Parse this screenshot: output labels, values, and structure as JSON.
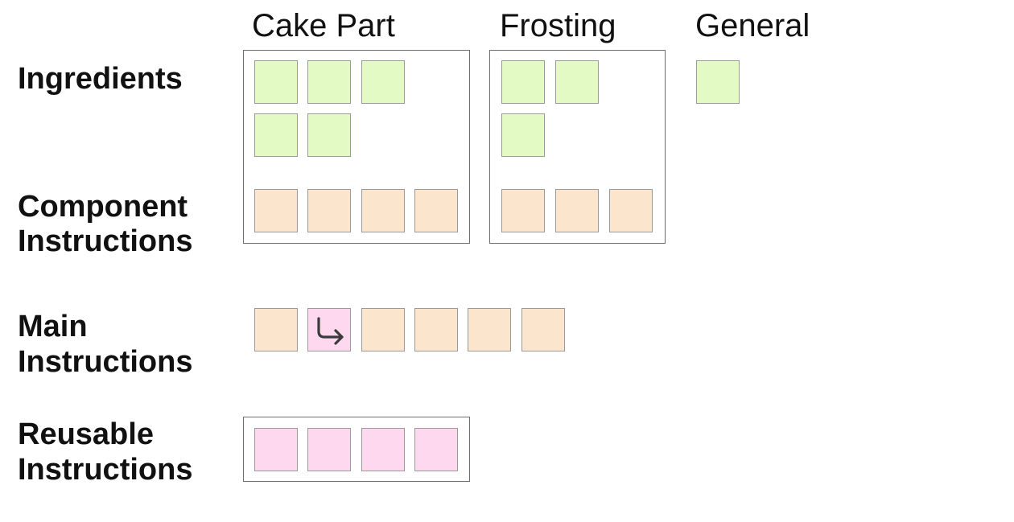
{
  "columns": {
    "cake_part": "Cake Part",
    "frosting": "Frosting",
    "general": "General"
  },
  "rows": {
    "ingredients": "Ingredients",
    "component_instructions_line1": "Component",
    "component_instructions_line2": "Instructions",
    "main_instructions_line1": "Main",
    "main_instructions_line2": "Instructions",
    "reusable_instructions_line1": "Reusable",
    "reusable_instructions_line2": "Instructions"
  },
  "counts": {
    "cake_ingredients": 5,
    "cake_component_instructions": 4,
    "frosting_ingredients": 3,
    "frosting_component_instructions": 3,
    "general_ingredients": 1,
    "main_instructions": 6,
    "reusable_instructions": 4
  },
  "colors": {
    "ingredient": "#e3fac4",
    "instruction": "#fbe6cd",
    "reusable_instruction": "#fdd8ee",
    "box_border": "#6e6e6e"
  },
  "icons": {
    "main_instruction_reference": "return-arrow-icon"
  }
}
